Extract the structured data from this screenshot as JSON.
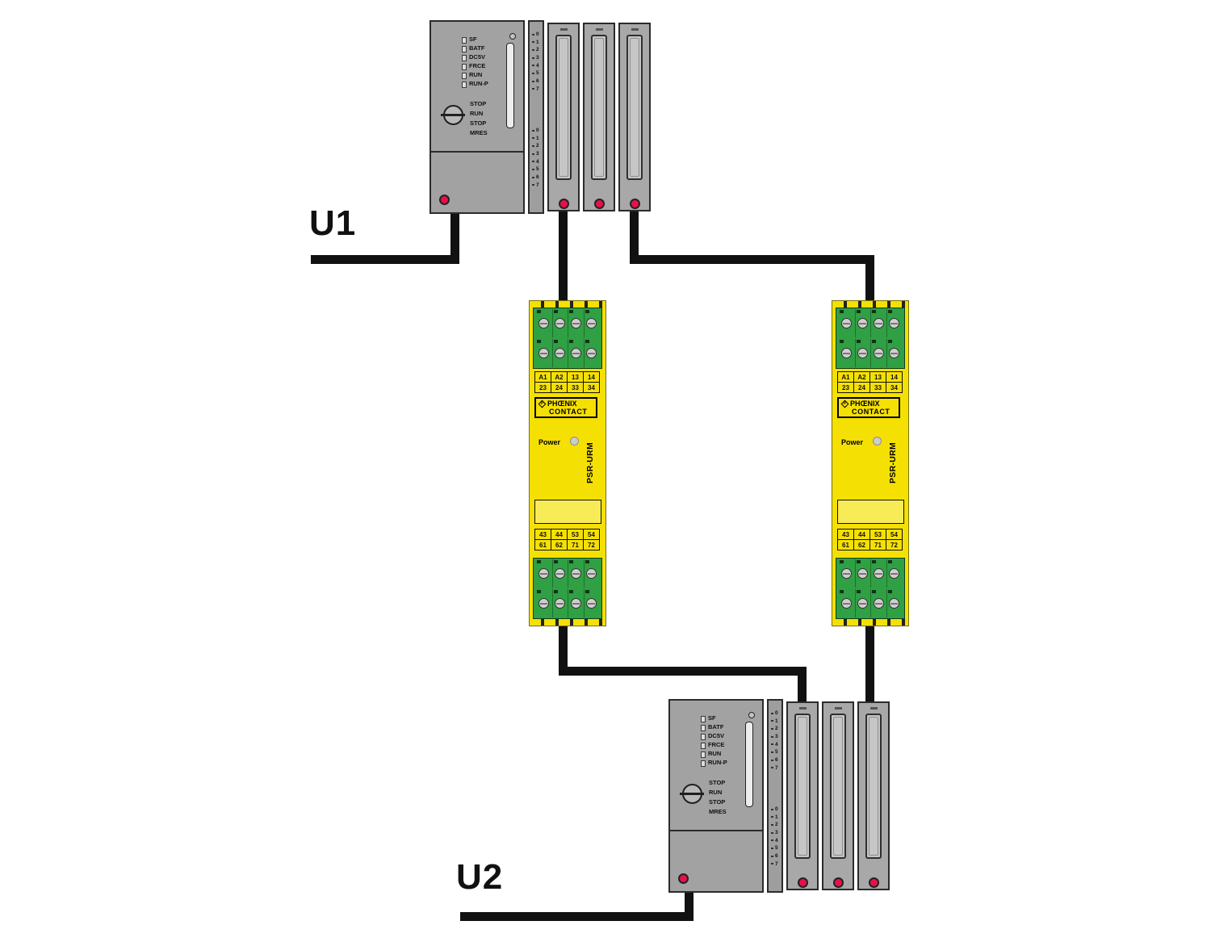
{
  "labels": {
    "u1": "U1",
    "u2": "U2"
  },
  "plc": {
    "status_leds": [
      "SF",
      "BATF",
      "DC5V",
      "FRCE",
      "RUN",
      "RUN-P"
    ],
    "mode_switch": [
      "STOP",
      "RUN",
      "STOP",
      "MRES"
    ],
    "channels_upper": [
      "0",
      "1",
      "2",
      "3",
      "4",
      "5",
      "6",
      "7"
    ],
    "channels_lower": [
      "0",
      "1",
      "2",
      "3",
      "4",
      "5",
      "6",
      "7"
    ]
  },
  "psr": {
    "logo_p": "P",
    "brand_top": "PHŒNIX",
    "brand_bottom": "CONTACT",
    "power": "Power",
    "model": "PSR-URM",
    "terminals_top_row1": [
      "A1",
      "A2",
      "13",
      "14"
    ],
    "terminals_top_row2": [
      "23",
      "24",
      "33",
      "34"
    ],
    "terminals_bottom_row1": [
      "43",
      "44",
      "53",
      "54"
    ],
    "terminals_bottom_row2": [
      "61",
      "62",
      "71",
      "72"
    ]
  },
  "colors": {
    "wire_black": "#111111",
    "plc_gray": "#a2a2a2",
    "plc_module": "#a8a8a8",
    "slot_gray": "#c6c6c6",
    "led_red": "#e8104a",
    "psr_yellow": "#f5e003",
    "psr_green": "#2fa043",
    "screw_gray": "#cfcfcf"
  }
}
